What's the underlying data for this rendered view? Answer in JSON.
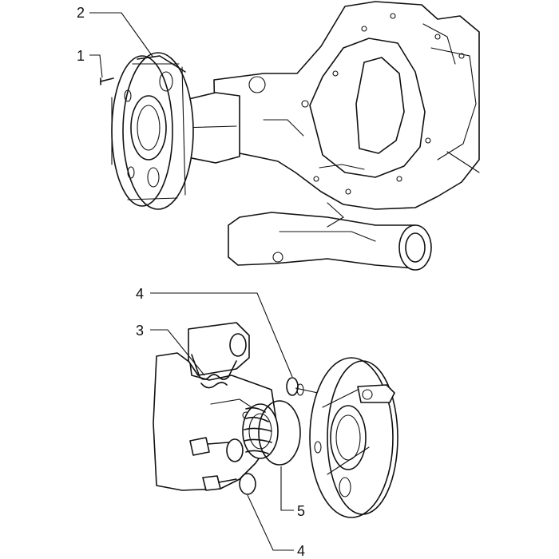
{
  "callouts": [
    {
      "id": "1",
      "text": "1"
    },
    {
      "id": "2",
      "text": "2"
    },
    {
      "id": "3",
      "text": "3"
    },
    {
      "id": "4a",
      "text": "4"
    },
    {
      "id": "4b",
      "text": "4"
    },
    {
      "id": "5",
      "text": "5"
    }
  ]
}
